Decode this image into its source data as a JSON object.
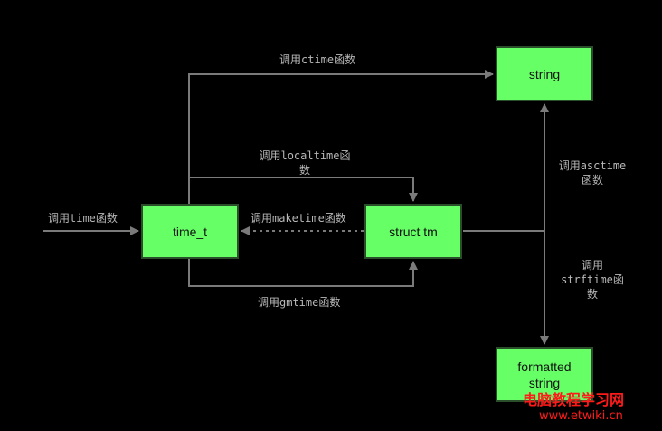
{
  "colors": {
    "node_fill": "#66ff66",
    "node_border": "#2a4d2a",
    "line": "#7a7a7a",
    "label": "#b8b8b8",
    "watermark": "#ff1a1a"
  },
  "nodes": {
    "time_t": "time_t",
    "struct_tm": "struct tm",
    "string": "string",
    "formatted_line1": "formatted",
    "formatted_line2": "string"
  },
  "edges": {
    "ctime": "调用ctime函数",
    "localtime_line1": "调用localtime函",
    "localtime_line2": "数",
    "time": "调用time函数",
    "maketime": "调用maketime函数",
    "gmtime": "调用gmtime函数",
    "asctime_line1": "调用asctime",
    "asctime_line2": "函数",
    "strftime_line1": "调用",
    "strftime_line2": "strftime函",
    "strftime_line3": "数"
  },
  "watermark": {
    "title": "电脑教程学习网",
    "url": "www.etwiki.cn"
  }
}
